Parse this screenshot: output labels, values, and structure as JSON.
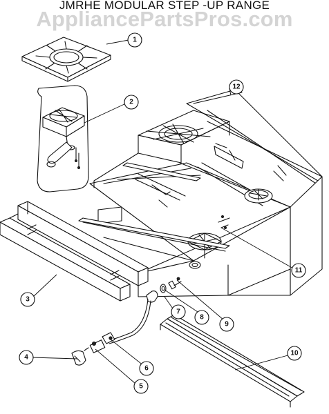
{
  "title": "JMRHE  MODULAR STEP -UP RANGE",
  "watermark": "AppliancePartsPros.com",
  "callouts": [
    "1",
    "2",
    "3",
    "4",
    "5",
    "6",
    "7",
    "8",
    "9",
    "10",
    "11",
    "12"
  ]
}
